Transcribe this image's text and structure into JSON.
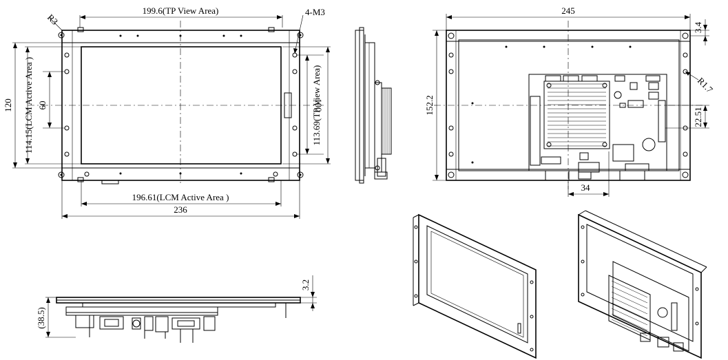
{
  "front_view": {
    "tp_view_width": "199.6(TP View Area)",
    "lcm_active_width": "196.61(LCM Active Area )",
    "overall_width": "236",
    "overall_height": "120",
    "lcm_active_height": "114.15(LCM Active Area )",
    "hole_pitch_vertical": "60",
    "mount_pitch_vertical": "100",
    "tp_view_height": "113.69(TP View Area)",
    "corner_radius": "R3",
    "mount_screws": "4-M3"
  },
  "rear_view": {
    "overall_width": "245",
    "overall_height": "152.2",
    "edge_offset": "3.4",
    "hole_radius": "R1.7",
    "port_offset": "22.51",
    "connector_spacing": "34"
  },
  "bottom_view": {
    "depth": "(38.5)",
    "panel_thickness": "3.2"
  }
}
